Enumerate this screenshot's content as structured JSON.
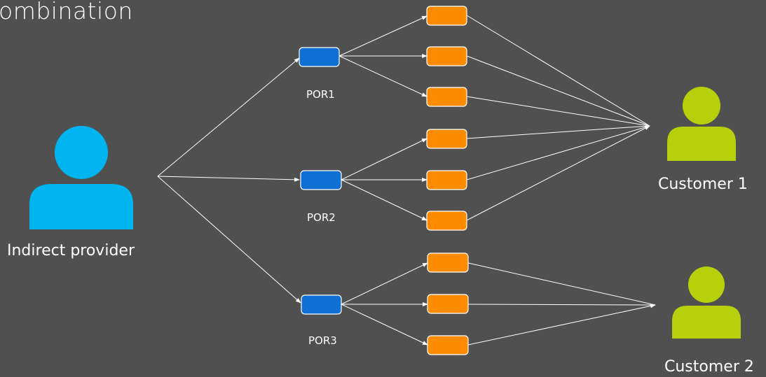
{
  "header": {
    "title": "ombination"
  },
  "colors": {
    "background": "#505050",
    "provider": "#00b4ef",
    "customer": "#b6d00c",
    "por_box": "#0f6fd2",
    "sub_box": "#ff8c00",
    "line": "#ffffff"
  },
  "provider": {
    "label": "Indirect provider"
  },
  "pors": [
    {
      "label": "POR1"
    },
    {
      "label": "POR2"
    },
    {
      "label": "POR3"
    }
  ],
  "customers": [
    {
      "label": "Customer 1"
    },
    {
      "label": "Customer 2"
    }
  ]
}
